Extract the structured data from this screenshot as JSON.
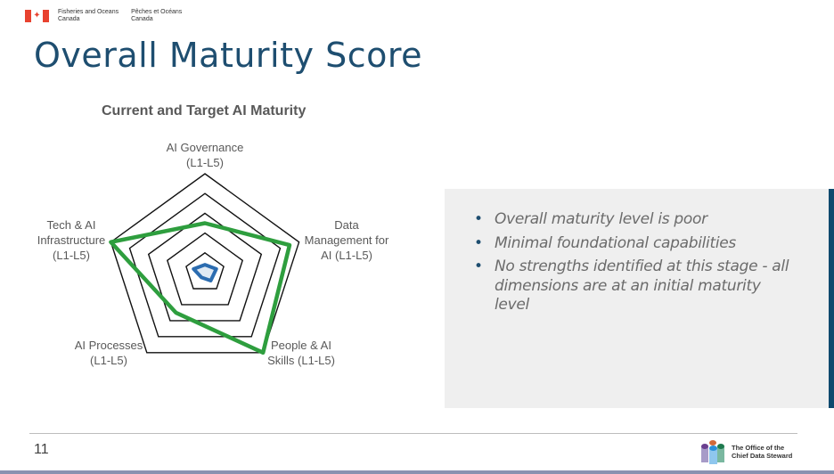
{
  "header": {
    "dept_en_line1": "Fisheries and Oceans",
    "dept_en_line2": "Canada",
    "dept_fr_line1": "Pêches et Océans",
    "dept_fr_line2": "Canada"
  },
  "slide": {
    "title": "Overall Maturity Score",
    "page_number": "11"
  },
  "chart_data": {
    "type": "radar",
    "title": "Current and Target AI Maturity",
    "categories": [
      "AI Governance (L1-L5)",
      "Data Management for AI (L1-L5)",
      "People & AI Skills (L1-L5)",
      "AI Processes (L1-L5)",
      "Tech & AI Infrastructure (L1-L5)"
    ],
    "series": [
      {
        "name": "Target",
        "color": "#2e9e3e",
        "values": [
          2.5,
          4.5,
          5,
          2.5,
          5
        ]
      },
      {
        "name": "Current",
        "color": "#2b6cb0",
        "values": [
          0.4,
          0.6,
          0.5,
          0.3,
          0.6
        ]
      }
    ],
    "rlim": [
      0,
      5
    ],
    "grid_levels": [
      1,
      2,
      3,
      4,
      5
    ],
    "legend": "none",
    "grid": true
  },
  "axis_labels": {
    "governance_1": "AI Governance",
    "governance_2": "(L1-L5)",
    "data_1": "Data",
    "data_2": "Management for",
    "data_3": "AI (L1-L5)",
    "people_1": "People & AI",
    "people_2": "Skills (L1-L5)",
    "processes_1": "AI Processes",
    "processes_2": "(L1-L5)",
    "tech_1": "Tech & AI",
    "tech_2": "Infrastructure",
    "tech_3": "(L1-L5)"
  },
  "summary": {
    "bullets": [
      "Overall maturity level is poor",
      "Minimal foundational capabilities",
      "No strengths identified at this stage - all dimensions are at an initial maturity level"
    ],
    "bullet_glyph": "•"
  },
  "footer": {
    "logo_line1": "The Office of the",
    "logo_line2": "Chief Data Steward"
  },
  "colors": {
    "title": "#1e4e70",
    "accent_bar": "#0f4a6e",
    "target_series": "#2e9e3e",
    "current_series": "#2b6cb0",
    "flag_red": "#e8422f",
    "info_box_bg": "#efefef"
  }
}
